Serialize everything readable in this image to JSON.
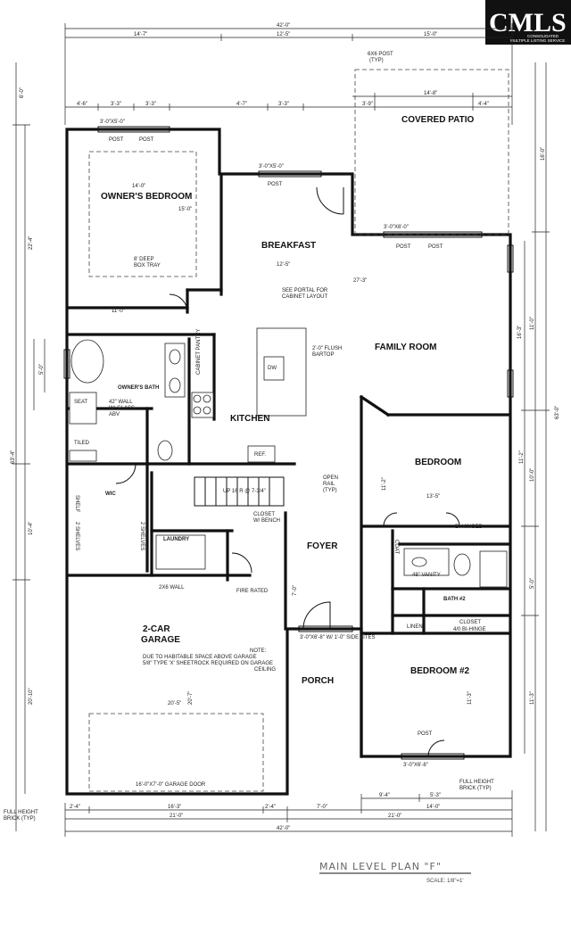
{
  "logo": {
    "mark": "CMLS",
    "subtitle_line1": "CONSOLIDATED",
    "subtitle_line2": "MULTIPLE LISTING SERVICE"
  },
  "rooms": {
    "owners_bedroom": "OWNER'S BEDROOM",
    "breakfast": "BREAKFAST",
    "covered_patio": "COVERED PATIO",
    "family_room": "FAMILY ROOM",
    "owners_bath": "OWNER'S BATH",
    "kitchen": "KITCHEN",
    "bedroom": "BEDROOM",
    "wic": "WIC",
    "laundry": "LAUNDRY",
    "foyer": "FOYER",
    "bath2": "BATH #2",
    "garage_line1": "2-CAR",
    "garage_line2": "GARAGE",
    "porch": "PORCH",
    "bedroom2": "BEDROOM #2"
  },
  "notes": {
    "post_typ": "6X6 POST",
    "post_typ2": "(TYP)",
    "portal_line1": "SEE PORTAL FOR",
    "portal_line2": "CABINET LAYOUT",
    "flush_bartop_1": "2'-0\" FLUSH",
    "flush_bartop_2": "BARTOP",
    "box_tray_1": "8' DEEP",
    "box_tray_2": "BOX TRAY",
    "cabinet_pantry": "CABINET PANTRY",
    "open_rail_1": "OPEN",
    "open_rail_2": "RAIL",
    "open_rail_3": "(TYP)",
    "glass_wall_1": "42\" WALL",
    "glass_wall_2": "W/ GLASS",
    "glass_wall_3": "ABV",
    "seat": "SEAT",
    "tiled": "TILED",
    "shelf": "SHELF",
    "shelves_l": "2 SHELVES",
    "shelves_r": "2 SHELVES",
    "stair": "UP 16 R @ 7-3/4\"",
    "closet_bench": "CLOSET",
    "closet_bench2": "W/ BENCH",
    "wall_2x6": "2X6 WALL",
    "fire_rated": "FIRE RATED",
    "garage_note_1": "NOTE:",
    "garage_note_2": "DUE TO HABITABLE SPACE ABOVE GARAGE",
    "garage_note_3": "5/8\" TYPE 'X' SHEETROCK REQUIRED ON GARAGE",
    "garage_note_4": "CEILING",
    "garage_door": "16'-0\"X7'-0\" GARAGE DOOR",
    "vanity": "48\" VANITY",
    "linen": "LINEN",
    "closet_bifold": "4/0 BI-HINGE",
    "closet": "CLOSET",
    "bi_hinged": "BI-HINGED",
    "coat": "COAT",
    "side_lites": "3'-0\"X6'-8\" W/ 1'-0\" SIDE LITES",
    "full_brick_1": "FULL HEIGHT",
    "full_brick_2": "BRICK (TYP)",
    "full_brick_3": "FULL HEIGHT",
    "full_brick_4": "BRICK (TYP)",
    "ref": "REF.",
    "dw": "DW",
    "post": "POST",
    "window_a": "3'-0\"X5'-0\"",
    "window_b": "3'-0\"X6'-0\"",
    "window_c": "3'-0\"X6'-8\""
  },
  "dims": {
    "top_total": "42'-0\"",
    "top_left": "14'-7\"",
    "top_mid": "12'-5\"",
    "top_right": "15'-0\"",
    "patio_w": "14'-8\"",
    "patio_seg_a": "3'-9\"",
    "patio_seg_b": "4'-4\"",
    "row2_a": "4'-6\"",
    "row2_b": "3'-3\"",
    "row2_c": "3'-3\"",
    "row2_d": "4'-7\"",
    "row2_e": "3'-3\"",
    "owners_w": "14'-0\"",
    "owners_d": "15'-0\"",
    "breakfast_w": "12'-5\"",
    "family_w": "27'-3\"",
    "family_d": "16'-3\"",
    "kitchen_w": "11'-0\"",
    "bedroom_w": "13'-5\"",
    "bedroom_d": "11'-2\"",
    "bed2_w": "11'-3\"",
    "garage_w": "20'-5\"",
    "garage_d": "20'-7\"",
    "foyer_d": "7'-0\"",
    "bottom_a": "2'-4\"",
    "bottom_b": "16'-3\"",
    "bottom_c": "2'-4\"",
    "bottom_d": "7'-0\"",
    "bottom_e": "14'-0\"",
    "bottom_f": "21'-0\"",
    "bottom_g": "21'-0\"",
    "bottom_total": "42'-0\"",
    "bottom_h": "9'-4\"",
    "bottom_i": "5'-3\"",
    "left_total": "63'-4\"",
    "left_a": "6'-0\"",
    "left_b": "22'-4\"",
    "left_c": "10'-4\"",
    "left_d": "20'-10\"",
    "left_e": "5'-0\"",
    "right_total": "63'-0\"",
    "right_a": "16'-0\"",
    "right_b": "11'-0\"",
    "right_c": "10'-0\"",
    "right_d": "11'-2\"",
    "right_e": "5'-0\"",
    "right_f": "11'-3\""
  },
  "title": {
    "plan_name": "MAIN LEVEL PLAN \"F\"",
    "scale": "SCALE: 1/8\"=1'"
  }
}
